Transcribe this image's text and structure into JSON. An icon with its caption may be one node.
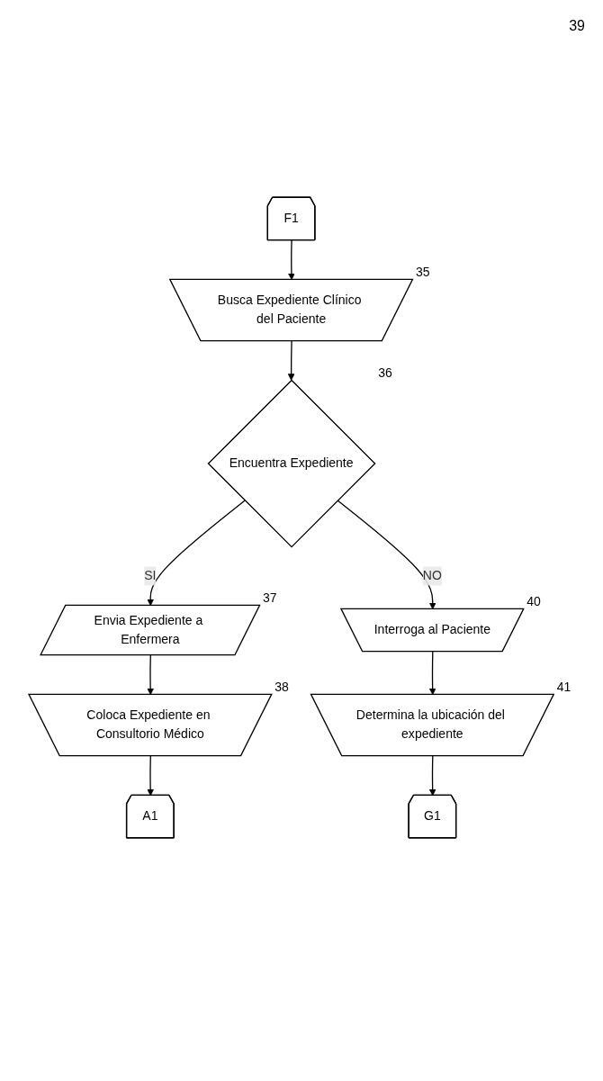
{
  "diagram": {
    "nodes": [
      {
        "text": [
          "F1"
        ]
      },
      {
        "text": [
          "Coloca Expediente en Consultorio Médico"
        ],
        "beside": [
          "38"
        ]
      },
      {
        "text": [
          "Busca Expediente Clínico del Paciente"
        ],
        "beside": [
          "35"
        ]
      },
      {
        "text": [
          "A1"
        ]
      },
      {
        "text": [
          "Encuentra Expediente"
        ],
        "beside": [
          "36"
        ]
      },
      {
        "text": [
          "Envia Expediente a Enfermera"
        ],
        "beside": [
          "37"
        ]
      },
      {
        "text": [
          "Interroga al Paciente"
        ],
        "beside": [
          "40"
        ]
      },
      {
        "text": [
          "Determina la ubicación del expediente"
        ],
        "beside": [
          "41"
        ]
      },
      {
        "text": [
          "G1"
        ]
      }
    ],
    "edges": [
      {
        "from": 0,
        "to": 2,
        "arrow": "to"
      },
      {
        "from": 2,
        "to": 4,
        "arrow": "to"
      },
      {
        "from": 4,
        "to": 5,
        "arrow": "to",
        "label": "SI"
      },
      {
        "from": 5,
        "to": 1,
        "arrow": "to"
      },
      {
        "from": 1,
        "to": 3,
        "arrow": "to"
      },
      {
        "from": 4,
        "to": 6,
        "arrow": "to",
        "label": "NO"
      },
      {
        "from": 6,
        "to": 7,
        "arrow": "to"
      },
      {
        "from": 7,
        "to": 8,
        "arrow": "to"
      }
    ],
    "labels": [
      "39"
    ]
  }
}
